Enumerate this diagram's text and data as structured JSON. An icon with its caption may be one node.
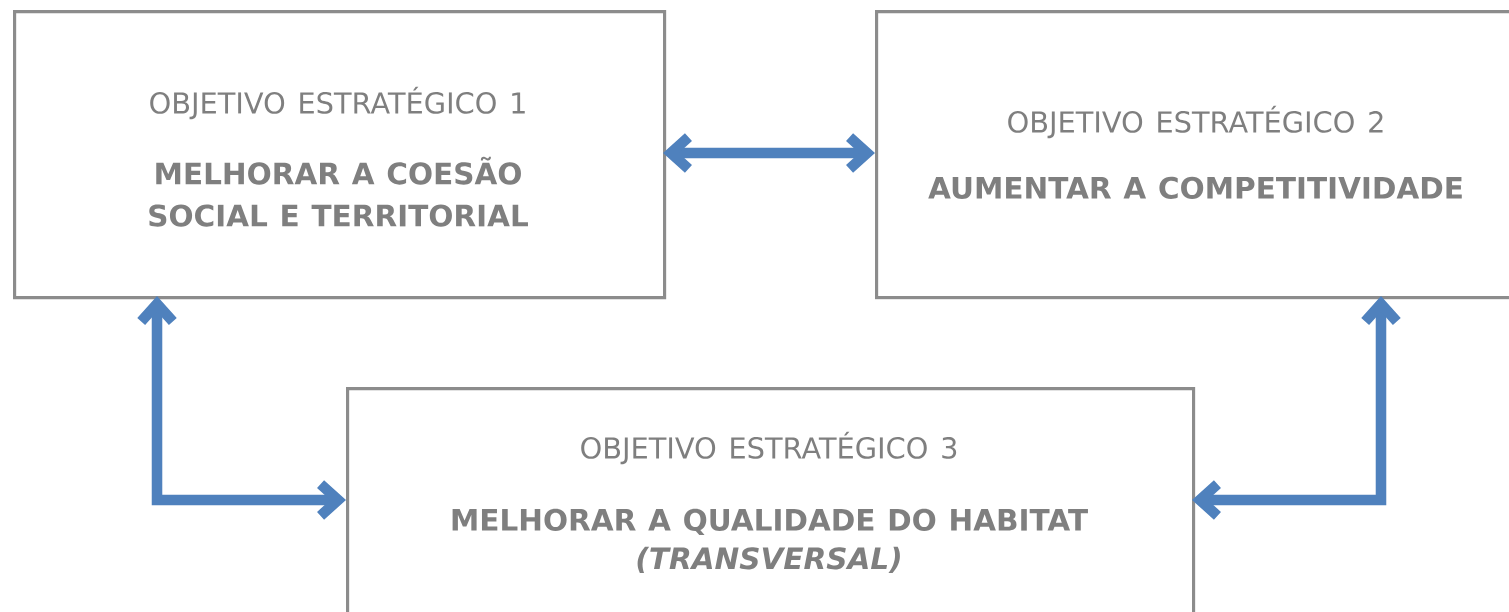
{
  "diagram": {
    "nodes": [
      {
        "text": [
          "OBJETIVO ESTRATÉGICO 1",
          "MELHORAR A COESÃO SOCIAL E TERRITORIAL"
        ]
      },
      {
        "text": [
          "OBJETIVO ESTRATÉGICO 2",
          "AUMENTAR A COMPETITIVIDADE"
        ]
      },
      {
        "text": [
          "OBJETIVO ESTRATÉGICO 3",
          "MELHORAR A QUALIDADE DO HABITAT",
          "(TRANSVERSAL)"
        ]
      }
    ],
    "edges": [
      {
        "from": 0,
        "to": 1,
        "arrow": "both"
      },
      {
        "from": 0,
        "to": 2,
        "arrow": "both"
      },
      {
        "from": 2,
        "to": 1,
        "arrow": "both"
      }
    ]
  }
}
